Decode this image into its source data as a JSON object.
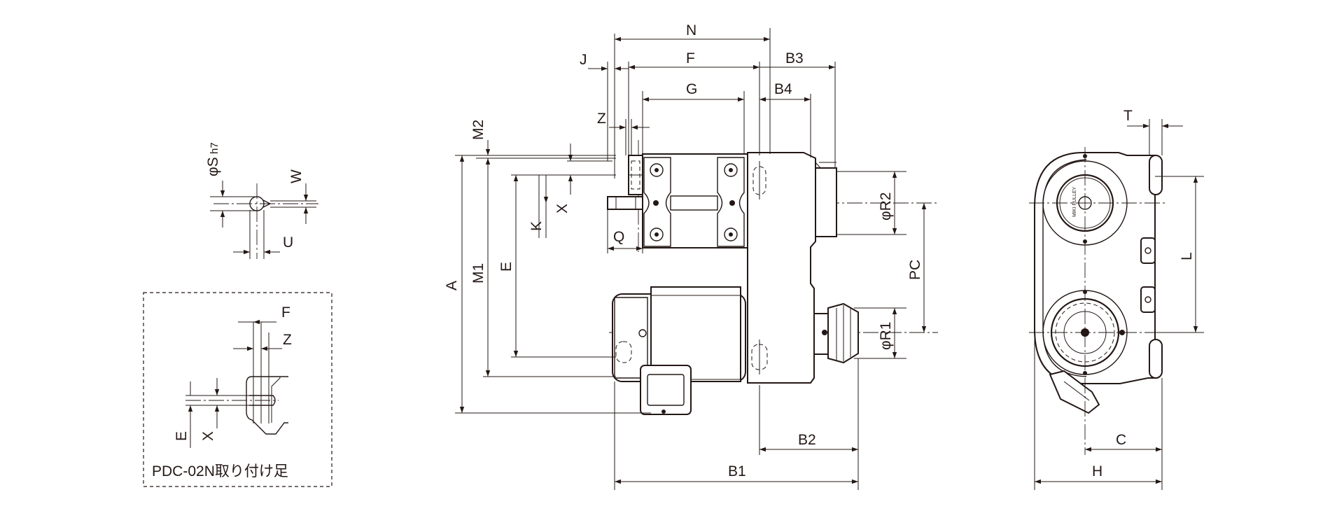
{
  "labels": {
    "N": "N",
    "J": "J",
    "F": "F",
    "B3": "B3",
    "G": "G",
    "B4": "B4",
    "M2": "M2",
    "Z": "Z",
    "A": "A",
    "M1": "M1",
    "E": "E",
    "K": "K",
    "X": "X",
    "Q": "Q",
    "R2": "φR2",
    "PC": "PC",
    "R1": "φR1",
    "B2": "B2",
    "B1": "B1",
    "T": "T",
    "L": "L",
    "C": "C",
    "H": "H",
    "S": "φS",
    "S_tol": "h7",
    "W": "W",
    "U": "U",
    "inset_F": "F",
    "inset_Z": "Z",
    "inset_E": "E",
    "inset_X": "X"
  },
  "inset_caption": "PDC-02N取り付け足",
  "brand_text": "MIKI PULLEY"
}
